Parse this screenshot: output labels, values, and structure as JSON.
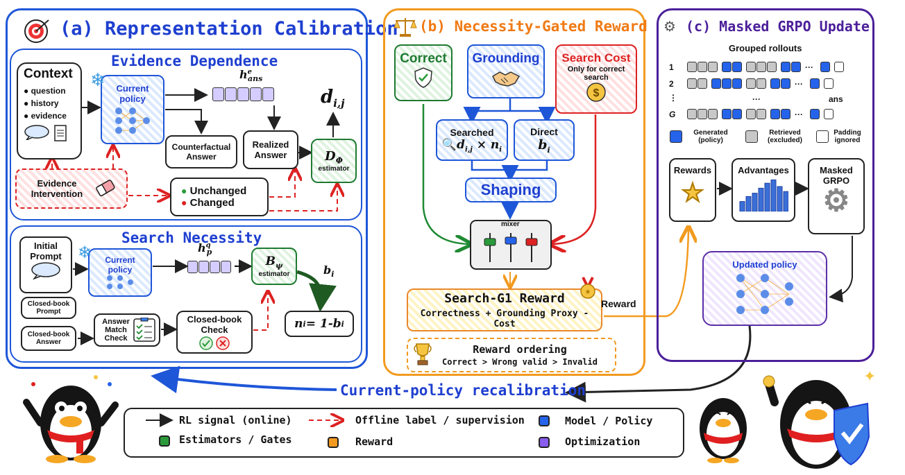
{
  "panel_a": {
    "title": "(a) Representation Calibration",
    "evidence": {
      "title": "Evidence Dependence",
      "context_title": "Context",
      "context_items": [
        "question",
        "history",
        "evidence"
      ],
      "policy": "Current policy",
      "hidden": "h",
      "hidden_sup": "e",
      "hidden_sub": "ans",
      "counterfactual": "Counterfactual Answer",
      "realized": "Realized Answer",
      "d_label": "d",
      "d_sub": "i,j",
      "estimator_symbol": "D",
      "estimator_sub": "Φ",
      "estimator_label": "estimator",
      "intervention": "Evidence Intervention",
      "unchanged": "Unchanged",
      "changed": "Changed"
    },
    "search": {
      "title": "Search Necessity",
      "initial_prompt": "Initial Prompt",
      "policy": "Current policy",
      "hidden": "h",
      "hidden_sup": "q",
      "hidden_sub": "p",
      "estimator_symbol": "B",
      "estimator_sub": "ψ",
      "estimator_label": "estimator",
      "b_label": "b",
      "b_sub": "i",
      "closed_prompt": "Closed-book Prompt",
      "closed_answer": "Closed-book Answer",
      "answer_match": "Answer Match Check",
      "closed_check": "Closed-book Check",
      "n_formula": "n",
      "n_sub": "i",
      "n_rhs": " = 1-b",
      "n_rhs_sub": "i"
    }
  },
  "panel_b": {
    "title": "(b) Necessity-Gated Reward",
    "correct": "Correct",
    "grounding": "Grounding",
    "search_cost": "Search Cost",
    "search_cost_note": "Only for correct search",
    "searched": "Searched",
    "searched_formula": "d",
    "searched_sub": "i,j",
    "searched_times": " × n",
    "searched_times_sub": "i",
    "direct": "Direct",
    "direct_formula": "b",
    "direct_sub": "i",
    "shaping": "Shaping",
    "mixer": "mixer",
    "reward_title": "Search-G1 Reward",
    "reward_formula": "Correctness + Grounding Proxy - Cost",
    "reward_side": "Reward",
    "ordering_title": "Reward ordering",
    "ordering": "Correct > Wrong valid > Invalid"
  },
  "panel_c": {
    "title": "(c) Masked GRPO Update",
    "grouped": "Grouped rollouts",
    "rows": [
      "1",
      "2",
      "⋮",
      "G"
    ],
    "ellipsis": "···",
    "ans": "ans",
    "legend_generated": "Generated (policy)",
    "legend_retrieved": "Retrieved (excluded)",
    "legend_padding": "Padding ignored",
    "rewards": "Rewards",
    "advantages": "Advantages",
    "masked": "Masked GRPO",
    "updated": "Updated policy",
    "bars": [
      0.3,
      0.45,
      0.55,
      0.7,
      0.85,
      0.95,
      0.75,
      0.6
    ]
  },
  "recalibration": "Current-policy recalibration",
  "legend": {
    "rl": "RL signal (online)",
    "offline": "Offline label / supervision",
    "model": "Model / Policy",
    "estimators": "Estimators / Gates",
    "reward": "Reward",
    "optimization": "Optimization"
  },
  "colors": {
    "blue": "#1e56d8",
    "orange": "#f07a14",
    "purple": "#4b1f9a",
    "green": "#1f7a32",
    "red": "#d22222"
  }
}
